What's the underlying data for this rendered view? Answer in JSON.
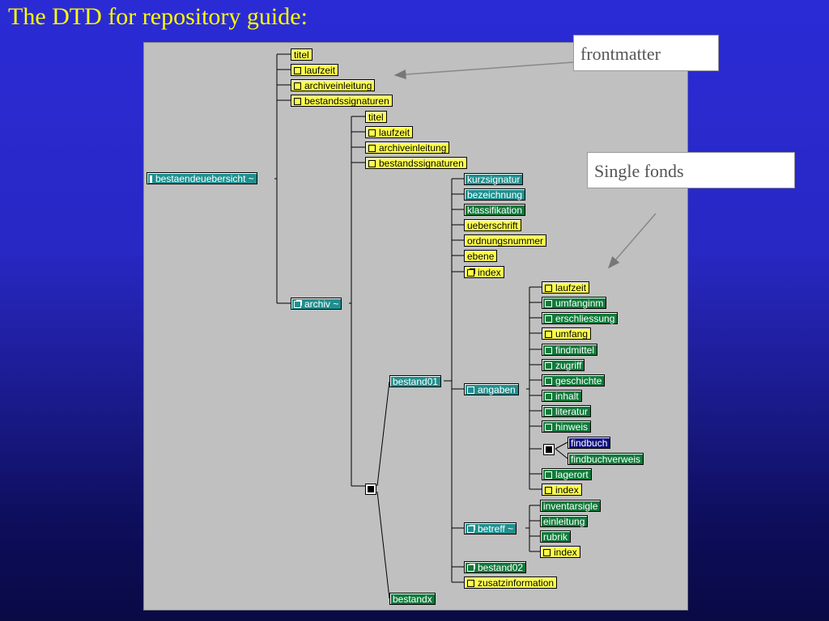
{
  "title": "The DTD for repository guide:",
  "callouts": {
    "frontmatter": "frontmatter",
    "single_fonds": "Single fonds"
  },
  "tree": {
    "root": "bestaendeuebersicht ~",
    "front": [
      "titel",
      "laufzeit",
      "archiveinleitung",
      "bestandssignaturen"
    ],
    "archiv": "archiv ~",
    "archiv_children": [
      "titel",
      "laufzeit",
      "archiveinleitung",
      "bestandssignaturen"
    ],
    "bestand01": "bestand01",
    "bestandx": "bestandx",
    "bestand_children": [
      "kurzsignatur",
      "bezeichnung",
      "klassifikation",
      "ueberschrift",
      "ordnungsnummer",
      "ebene",
      "index"
    ],
    "angaben": "angaben",
    "angaben_children": [
      "laufzeit",
      "umfanginm",
      "erschliessung",
      "umfang",
      "findmittel",
      "zugriff",
      "geschichte",
      "inhalt",
      "literatur",
      "hinweis"
    ],
    "findbuch_choice": [
      "findbuch",
      "findbuchverweis"
    ],
    "angaben_tail": [
      "lagerort",
      "index"
    ],
    "betreff": "betreff ~",
    "betreff_children": [
      "inventarsigle",
      "einleitung",
      "rubrik",
      "index"
    ],
    "bestand02": "bestand02",
    "zusatzinformation": "zusatzinformation"
  },
  "colors": {
    "yellow": "#ffff4d",
    "teal": "#1f8f8f",
    "green": "#0f7a3a",
    "navy": "#101080",
    "title": "#ffff00"
  }
}
